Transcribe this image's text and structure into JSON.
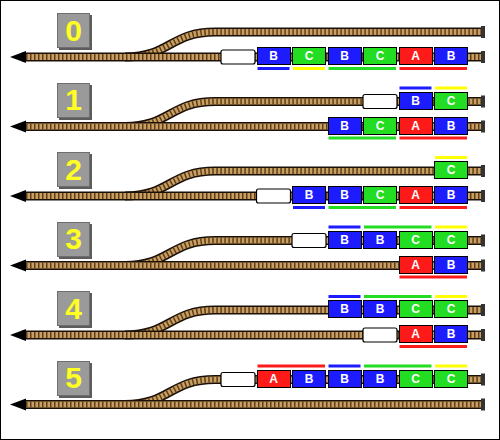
{
  "diagram": {
    "nodes": [
      {
        "text": [
          "0"
        ]
      },
      {
        "text": [
          "B"
        ]
      },
      {
        "text": [
          "C"
        ]
      },
      {
        "text": [
          "B"
        ]
      },
      {
        "text": [
          "C"
        ]
      },
      {
        "text": [
          "A"
        ]
      },
      {
        "text": [
          "B"
        ]
      },
      {
        "text": [
          "1"
        ]
      },
      {
        "text": [
          "B"
        ]
      },
      {
        "text": [
          "C"
        ]
      },
      {
        "text": [
          "B"
        ]
      },
      {
        "text": [
          "C"
        ]
      },
      {
        "text": [
          "A"
        ]
      },
      {
        "text": [
          "B"
        ]
      },
      {
        "text": [
          "2"
        ]
      },
      {
        "text": [
          "C"
        ]
      },
      {
        "text": [
          "B"
        ]
      },
      {
        "text": [
          "B"
        ]
      },
      {
        "text": [
          "C"
        ]
      },
      {
        "text": [
          "A"
        ]
      },
      {
        "text": [
          "B"
        ]
      },
      {
        "text": [
          "3"
        ]
      },
      {
        "text": [
          "B"
        ]
      },
      {
        "text": [
          "B"
        ]
      },
      {
        "text": [
          "C"
        ]
      },
      {
        "text": [
          "C"
        ]
      },
      {
        "text": [
          "A"
        ]
      },
      {
        "text": [
          "B"
        ]
      },
      {
        "text": [
          "4"
        ]
      },
      {
        "text": [
          "B"
        ]
      },
      {
        "text": [
          "B"
        ]
      },
      {
        "text": [
          "C"
        ]
      },
      {
        "text": [
          "C"
        ]
      },
      {
        "text": [
          "A"
        ]
      },
      {
        "text": [
          "B"
        ]
      },
      {
        "text": [
          "5"
        ]
      },
      {
        "text": [
          "A"
        ]
      },
      {
        "text": [
          "B"
        ]
      },
      {
        "text": [
          "B"
        ]
      },
      {
        "text": [
          "B"
        ]
      },
      {
        "text": [
          "C"
        ]
      },
      {
        "text": [
          "C"
        ]
      }
    ]
  }
}
